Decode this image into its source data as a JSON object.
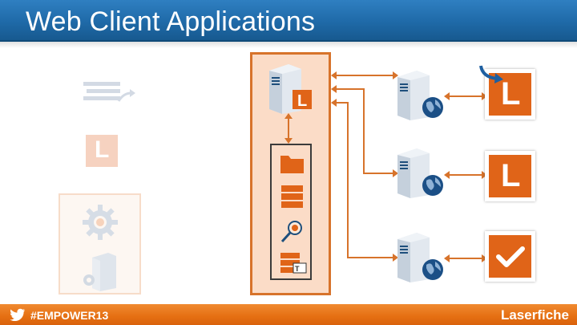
{
  "slide": {
    "title": "Web Client Applications"
  },
  "footer": {
    "hashtag": "#EMPOWER13",
    "brand": "Laserfiche"
  },
  "icons": {
    "laserfiche_logo_letter": "L",
    "twitter": "twitter-bird-icon",
    "checkmark": "checkmark-icon"
  },
  "colors": {
    "accent_orange": "#e06418",
    "title_blue": "#1f6aa8",
    "faded_left": "#c9d3df"
  }
}
